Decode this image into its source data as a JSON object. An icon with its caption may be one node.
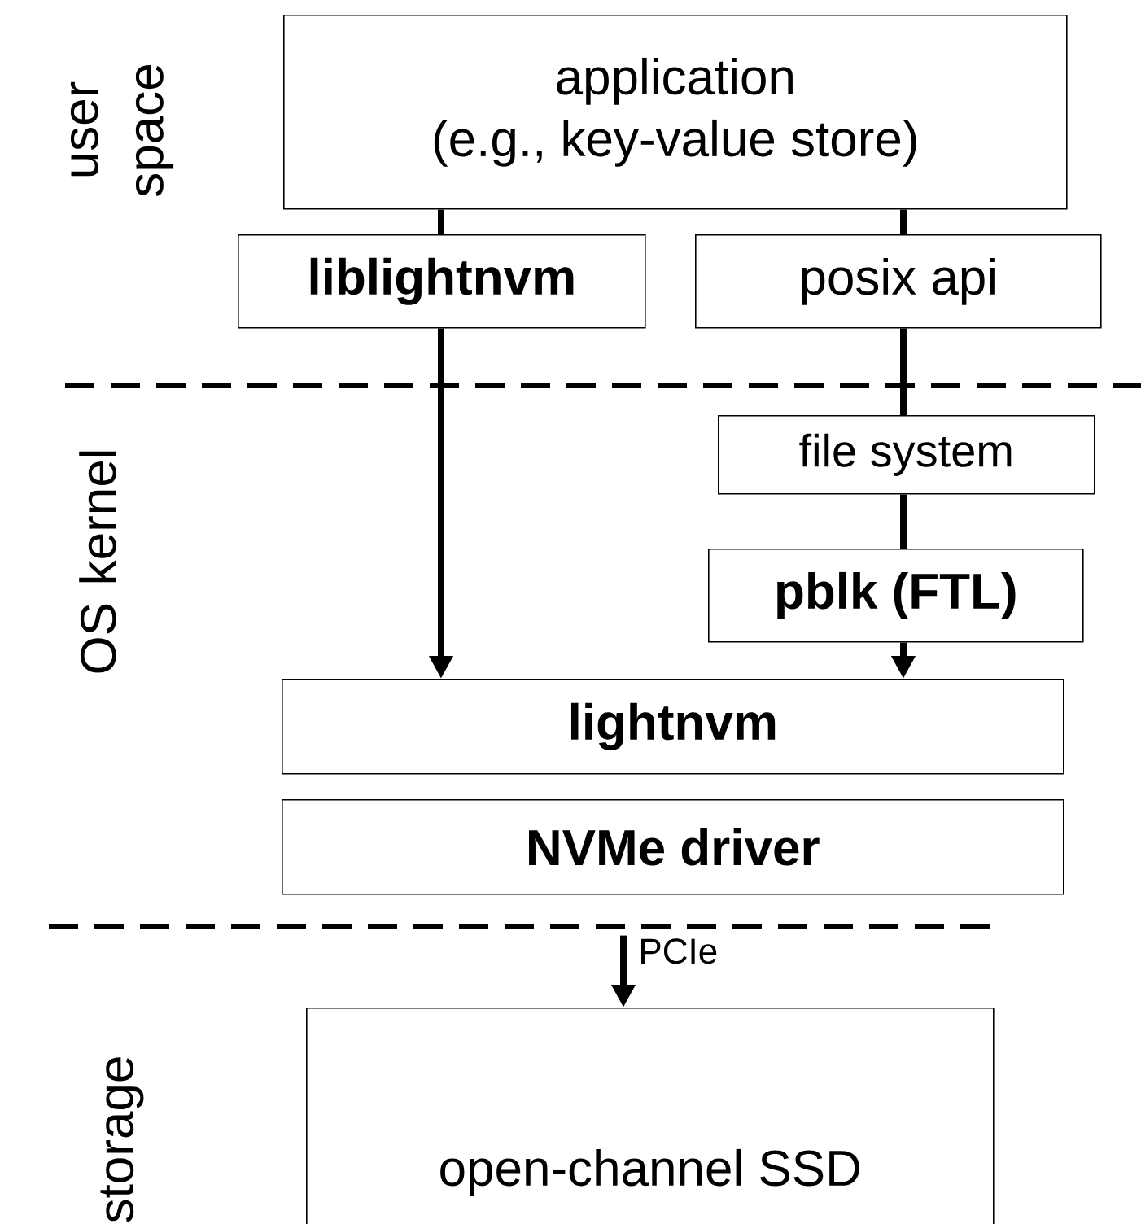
{
  "diagram": {
    "nodes": [
      {
        "text": [
          "application",
          "(e.g., key-value store)"
        ]
      },
      {
        "text": [
          "liblightnvm"
        ]
      },
      {
        "text": [
          "posix api"
        ]
      },
      {
        "text": [
          "file system"
        ]
      },
      {
        "text": [
          "pblk (FTL)"
        ]
      },
      {
        "text": [
          "lightnvm"
        ]
      },
      {
        "text": [
          "NVMe driver"
        ]
      },
      {
        "text": [
          "open-channel SSD"
        ]
      }
    ],
    "edges": [
      {
        "from": 0,
        "to": 1,
        "arrow": "none"
      },
      {
        "from": 1,
        "to": 5,
        "arrow": "to"
      },
      {
        "from": 0,
        "to": 2,
        "arrow": "none"
      },
      {
        "from": 2,
        "to": 3,
        "arrow": "none"
      },
      {
        "from": 3,
        "to": 4,
        "arrow": "none"
      },
      {
        "from": 4,
        "to": 5,
        "arrow": "to"
      },
      {
        "from": 6,
        "to": 7,
        "arrow": "to",
        "label": "PCIe"
      }
    ],
    "labels": [
      "user space",
      "OS kernel",
      "storage"
    ]
  }
}
